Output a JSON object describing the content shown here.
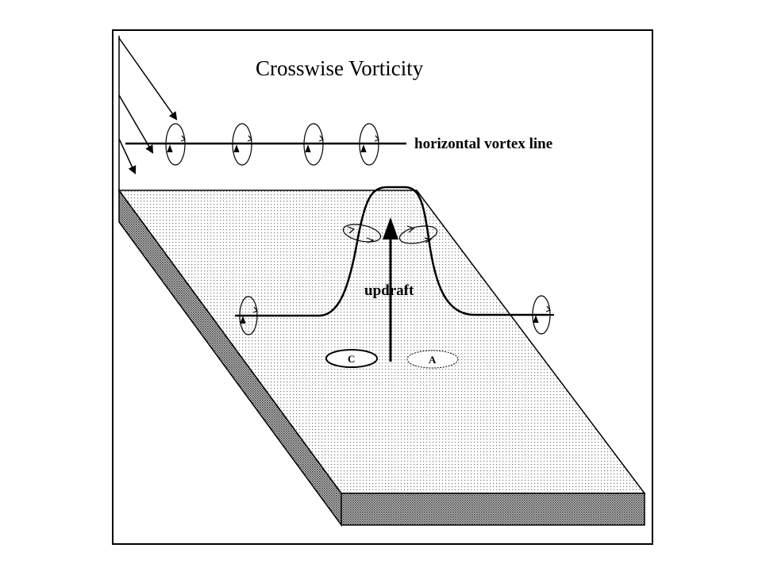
{
  "diagram": {
    "title": "Crosswise Vorticity",
    "labels": {
      "vortex_line": "horizontal vortex line",
      "updraft": "updraft",
      "cyclonic": "C",
      "anticyclonic": "A"
    },
    "colors": {
      "ink": "#000000",
      "background": "#ffffff",
      "surface_dots": "#7a7a7a",
      "slab_side": "#9c9c9c"
    }
  }
}
